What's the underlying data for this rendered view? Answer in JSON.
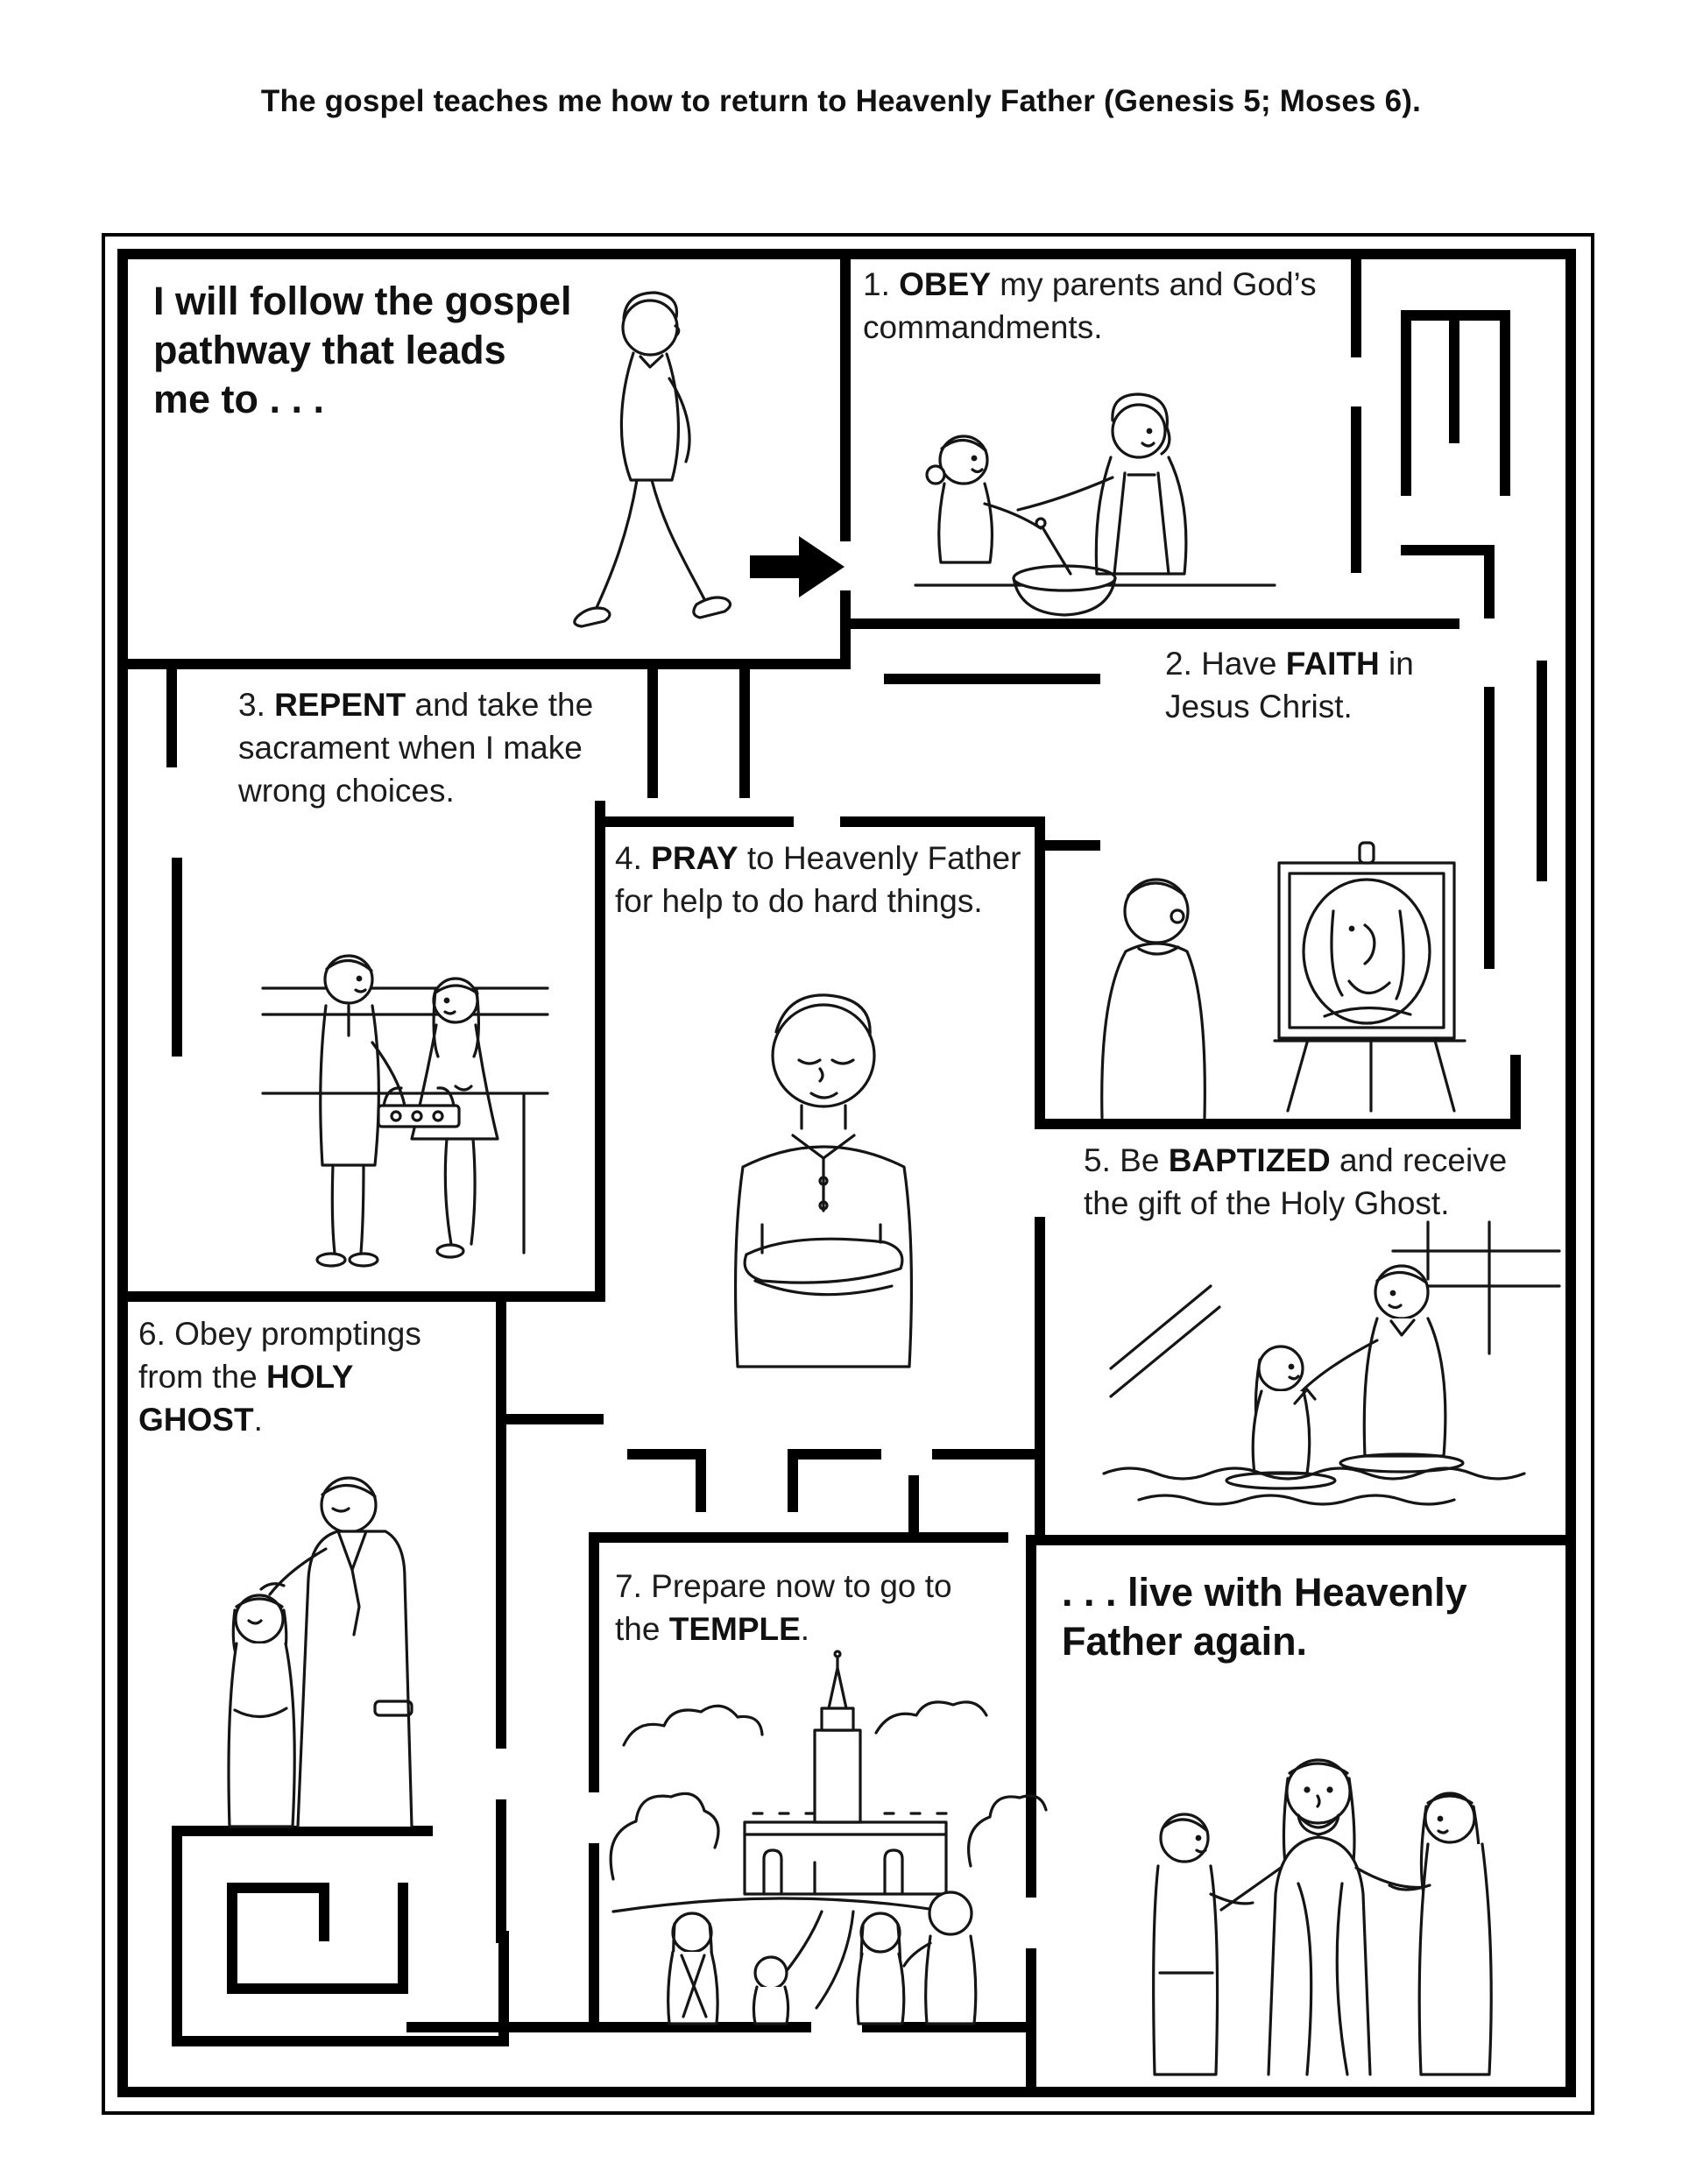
{
  "page": {
    "title": "The gospel teaches me how to return to Heavenly Father (Genesis 5; Moses 6).",
    "background_color": "#ffffff",
    "ink_color": "#000000"
  },
  "maze": {
    "start_text": "I will follow the gospel pathway that leads me to . . .",
    "end_text": ". . . live with Heavenly Father again.",
    "steps": [
      {
        "pre": "1. ",
        "keyword": "OBEY",
        "post": " my parents and God’s commandments."
      },
      {
        "pre": "2. Have ",
        "keyword": "FAITH",
        "post": " in Jesus Christ."
      },
      {
        "pre": "3. ",
        "keyword": "REPENT",
        "post": " and take the sacrament when I make wrong choices."
      },
      {
        "pre": "4. ",
        "keyword": "PRAY",
        "post": " to Heavenly Father for help to do hard things."
      },
      {
        "pre": "5. Be ",
        "keyword": "BAPTIZED",
        "post": " and receive the gift of the Holy Ghost."
      },
      {
        "pre": "6. Obey promptings from the ",
        "keyword": "HOLY GHOST",
        "post": "."
      },
      {
        "pre": "7. Prepare now to go to the ",
        "keyword": "TEMPLE",
        "post": "."
      }
    ],
    "illustrations": [
      "walking-boy",
      "arrow-right",
      "mother-and-daughter-cooking",
      "children-passing-sacrament",
      "boy-looking-at-painting-of-jesus",
      "boy-praying-arms-folded",
      "girl-being-baptized",
      "girl-receiving-confirmation-blessing",
      "family-walking-to-temple",
      "jesus-with-children"
    ]
  }
}
